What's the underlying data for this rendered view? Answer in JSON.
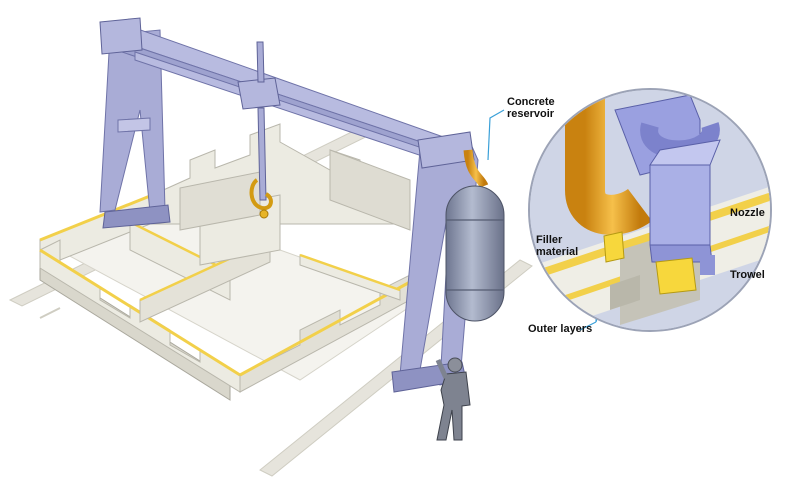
{
  "labels": {
    "concrete_reservoir": [
      "Concrete",
      "reservoir"
    ],
    "nozzle": "Nozzle",
    "filler_material": [
      "Filler",
      "material"
    ],
    "trowel": "Trowel",
    "outer_layers": "Outer layers"
  },
  "colors": {
    "frame": "#a9acd6",
    "frame_dark": "#7f83b8",
    "wall": "#ecebe2",
    "wall_shade": "#cfcdc2",
    "wall_edge": "#f2d04a",
    "pipe": "#e8a21a",
    "tank": "#8d96ad",
    "callout_line": "#3aa0d8",
    "rail": "#e6e4dc"
  },
  "icons": [
    "gantry-frame",
    "crane-hook",
    "concrete-tank",
    "worker-figure",
    "nozzle-callout"
  ]
}
